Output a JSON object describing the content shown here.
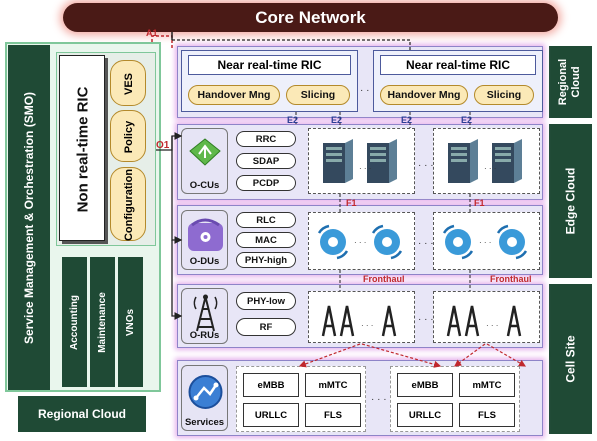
{
  "core_network": "Core Network",
  "smo": {
    "title": "Service Management & Orchestration (SMO)",
    "non_rt_ric": "Non real-time RIC",
    "functions": [
      "VES",
      "Policy",
      "Configuration"
    ],
    "bottom_items": [
      "Accounting",
      "Maintenance",
      "VNOs"
    ]
  },
  "regional_cloud_bottom": "Regional Cloud",
  "side_labels": {
    "regional_cloud": "Regional Cloud",
    "edge_cloud": "Edge Cloud",
    "cell_site": "Cell Site"
  },
  "interfaces": {
    "a1": "A1",
    "o1": "O1",
    "e2": "E2",
    "f1": "F1",
    "fronthaul": "Fronthaul"
  },
  "near_rt_ric": {
    "title": "Near real-time RIC",
    "apps": [
      "Handover Mng",
      "Slicing"
    ]
  },
  "o_cu": {
    "label": "O-CUs",
    "layers": [
      "RRC",
      "SDAP",
      "PCDP"
    ]
  },
  "o_du": {
    "label": "O-DUs",
    "layers": [
      "RLC",
      "MAC",
      "PHY-high"
    ]
  },
  "o_ru": {
    "label": "O-RUs",
    "layers": [
      "PHY-low",
      "RF"
    ]
  },
  "services": {
    "label": "Services",
    "items": [
      "eMBB",
      "mMTC",
      "URLLC",
      "FLS"
    ]
  },
  "colors": {
    "core": "#4a1a16",
    "panel_green": "#1f4a35",
    "accent_red": "#c0282d",
    "interface_blue": "#2a3e94"
  }
}
